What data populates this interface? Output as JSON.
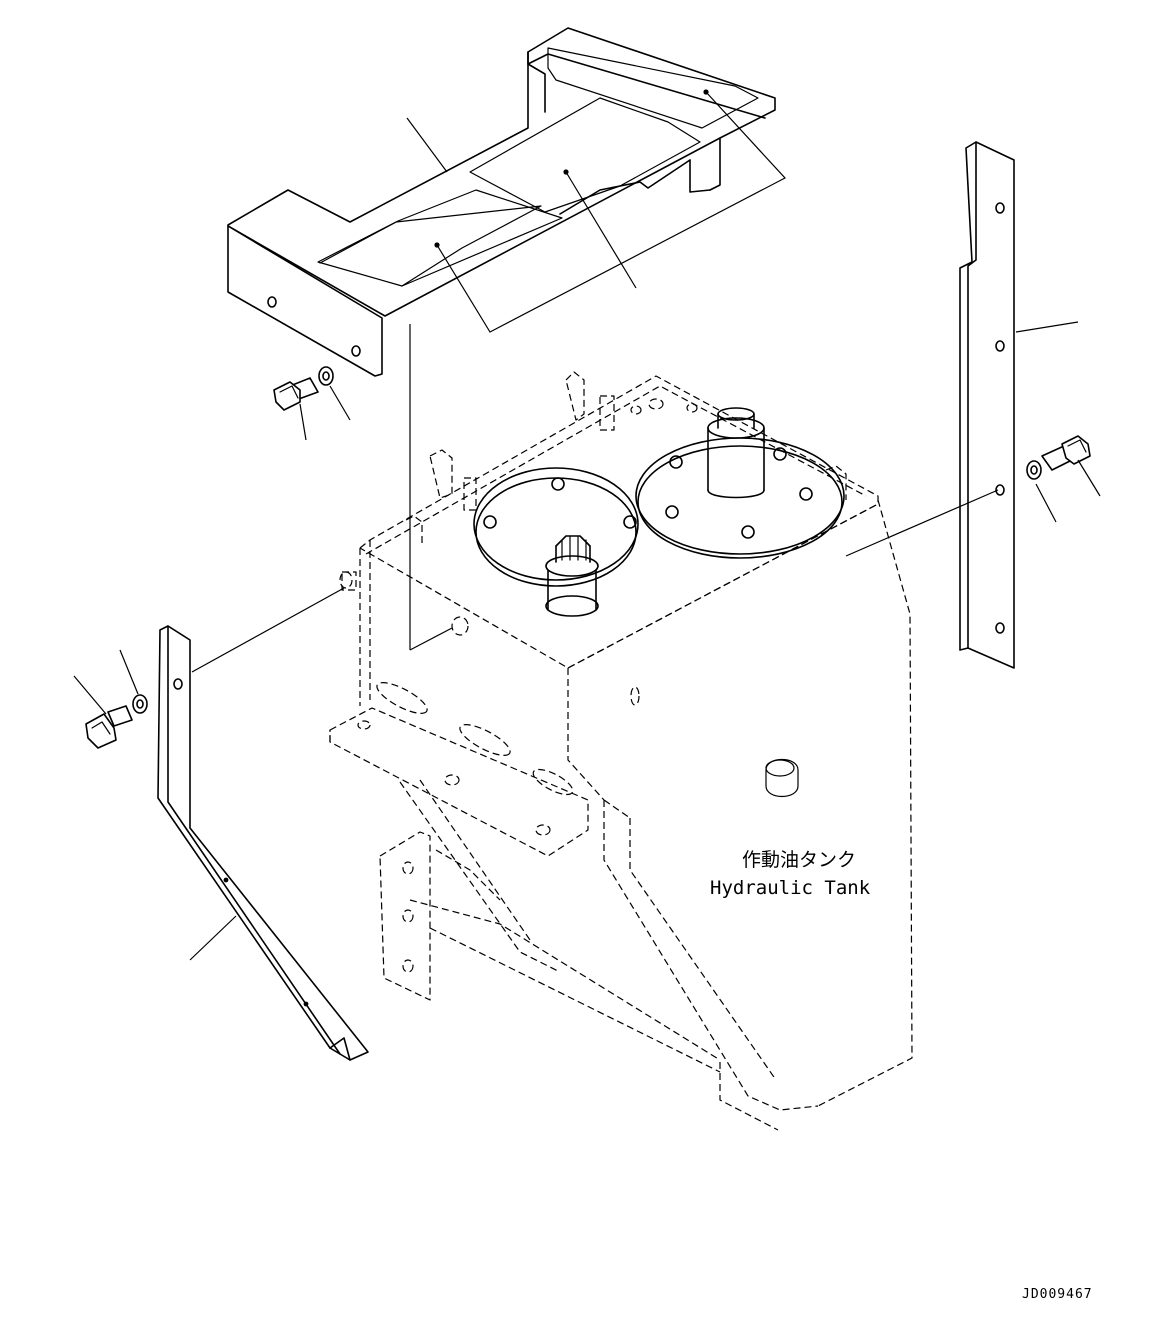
{
  "labels": {
    "tank_jp": "作動油タンク",
    "tank_en": "Hydraulic Tank"
  },
  "document_id": "JD009467"
}
